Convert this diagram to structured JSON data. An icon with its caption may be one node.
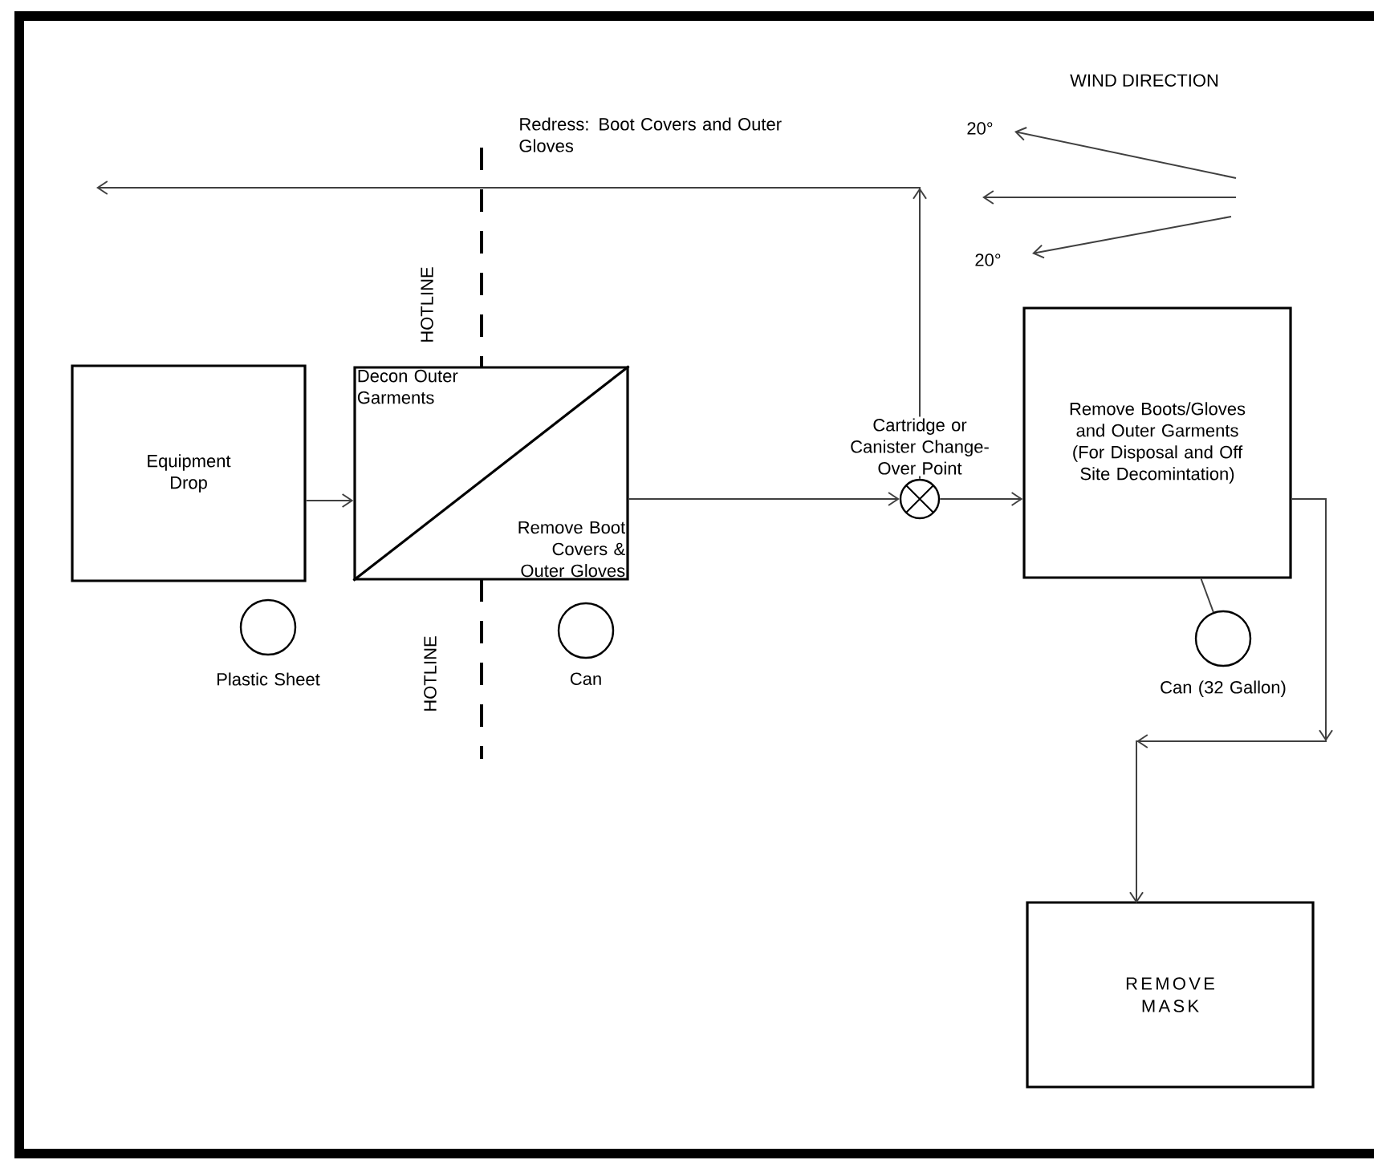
{
  "diagram": {
    "nodes": [
      {
        "text": [
          "Equipment Drop"
        ]
      },
      {
        "text": [
          "Decon Outer Garments",
          "Remove Boot Covers & Outer Gloves"
        ]
      },
      {
        "text": [],
        "shape": "circle",
        "beside": [
          "Cartridge or Canister Change-Over Point"
        ]
      },
      {
        "text": [
          "Remove Boots/Gloves and Outer Garments (For Disposal and Off Site Decomintation)"
        ]
      },
      {
        "text": [
          "REMOVE MASK"
        ]
      },
      {
        "text": [],
        "shape": "circle",
        "beside": [
          "Plastic Sheet"
        ]
      },
      {
        "text": [],
        "shape": "circle",
        "beside": [
          "Can"
        ]
      },
      {
        "text": [],
        "shape": "circle",
        "beside": [
          "Can (32 Gallon)"
        ]
      }
    ],
    "edges": [
      {
        "from": 0,
        "to": 1,
        "arrow": "to"
      },
      {
        "from": 1,
        "to": 2,
        "arrow": "to"
      },
      {
        "from": 2,
        "to": 3,
        "arrow": "to"
      },
      {
        "from": 3,
        "to": 4,
        "arrow": "to"
      },
      {
        "from": 3,
        "to": 7,
        "arrow": "none"
      },
      {
        "from": 2,
        "to": null,
        "arrow": "to",
        "label": "Redress: Boot Covers and Outer Gloves"
      }
    ],
    "labels": [
      "WIND DIRECTION",
      "20°",
      "20°",
      "HOTLINE",
      "HOTLINE"
    ]
  }
}
